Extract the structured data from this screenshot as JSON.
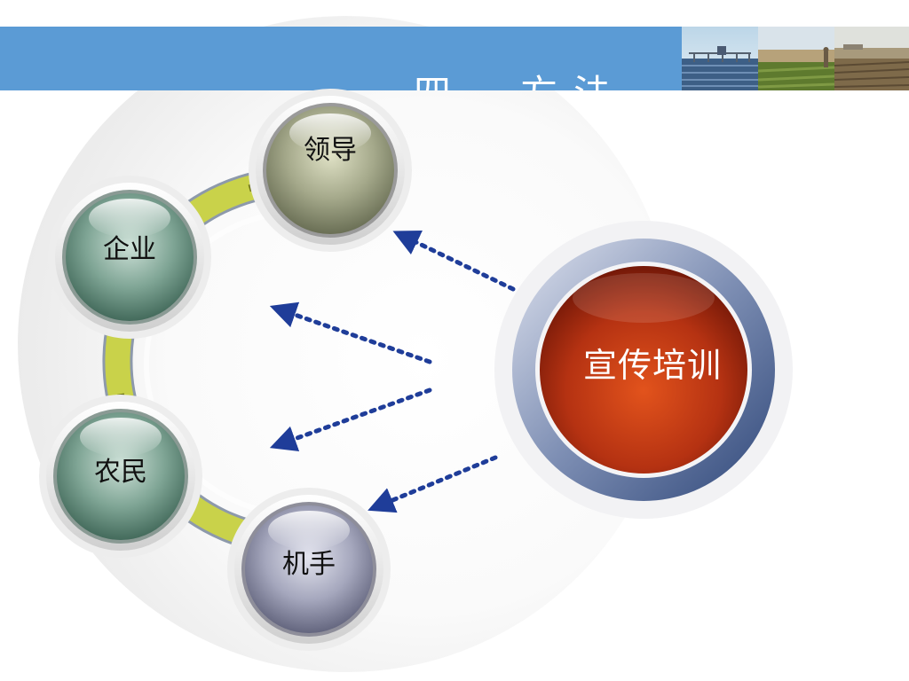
{
  "title": "四、方法",
  "hub": {
    "label": "宣传培训"
  },
  "nodes": {
    "leaders": "领导",
    "enterprises": "企业",
    "farmers": "农民",
    "operators": "机手"
  },
  "colors": {
    "header": "#5b9bd5",
    "hub": "#c0390f",
    "arrow": "#1f3d99",
    "ring": "#c9d24a"
  },
  "photos": [
    "irrigation-field-photo",
    "crop-field-photo",
    "farmland-photo"
  ]
}
